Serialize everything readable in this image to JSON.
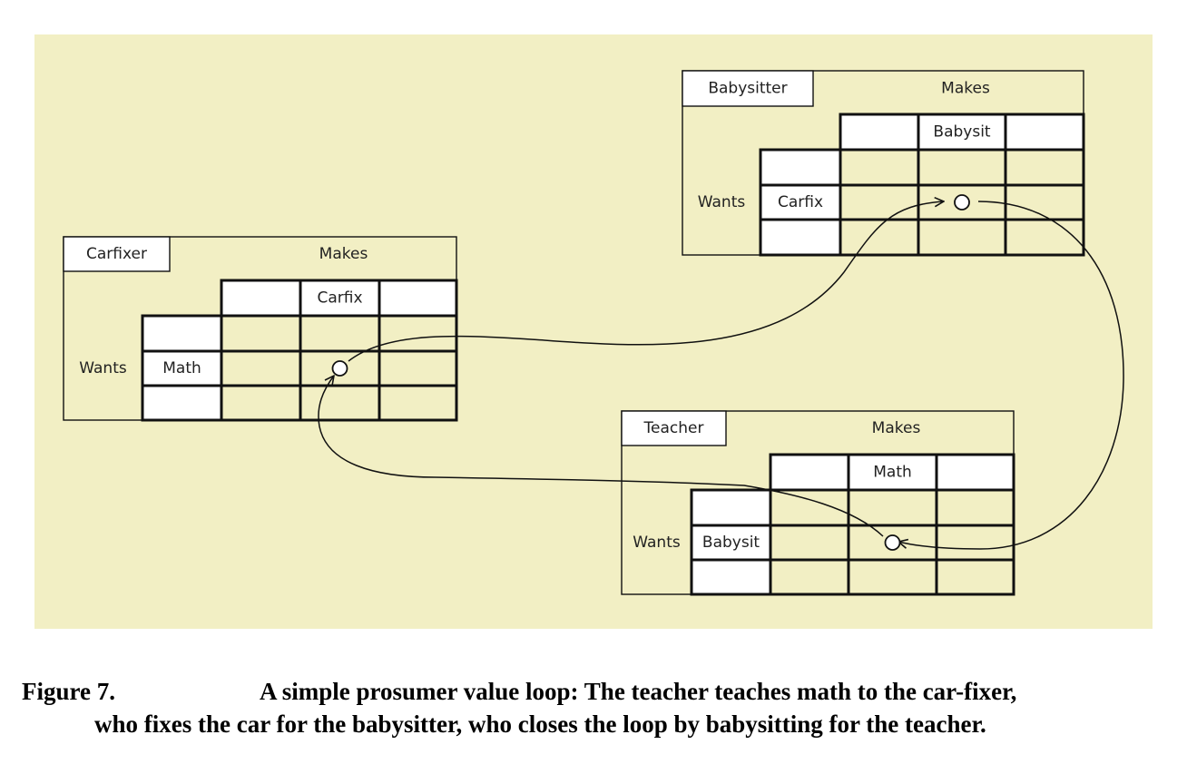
{
  "diagram": {
    "background_color": "#f2efc4",
    "blocks": [
      {
        "id": "babysitter",
        "name": "Babysitter",
        "makes_label": "Makes",
        "wants_label": "Wants",
        "makes_cells": [
          "",
          "Babysit",
          ""
        ],
        "wants_cells": [
          "",
          "Carfix",
          ""
        ],
        "node": {
          "row": 1,
          "col": 1
        }
      },
      {
        "id": "carfixer",
        "name": "Carfixer",
        "makes_label": "Makes",
        "wants_label": "Wants",
        "makes_cells": [
          "",
          "Carfix",
          ""
        ],
        "wants_cells": [
          "",
          "Math",
          ""
        ],
        "node": {
          "row": 1,
          "col": 1
        }
      },
      {
        "id": "teacher",
        "name": "Teacher",
        "makes_label": "Makes",
        "wants_label": "Wants",
        "makes_cells": [
          "",
          "Math",
          ""
        ],
        "wants_cells": [
          "",
          "Babysit",
          ""
        ],
        "node": {
          "row": 1,
          "col": 1
        }
      }
    ],
    "flows": [
      {
        "from": "carfixer",
        "to": "babysitter",
        "good": "Carfix"
      },
      {
        "from": "babysitter",
        "to": "teacher",
        "good": "Babysit"
      },
      {
        "from": "teacher",
        "to": "carfixer",
        "good": "Math"
      }
    ]
  },
  "caption": {
    "label": "Figure 7.",
    "text_line1": "A simple prosumer value loop: The teacher teaches math to the car-fixer,",
    "text_line2": "who fixes the car for the babysitter, who closes the loop by babysitting for the teacher."
  }
}
